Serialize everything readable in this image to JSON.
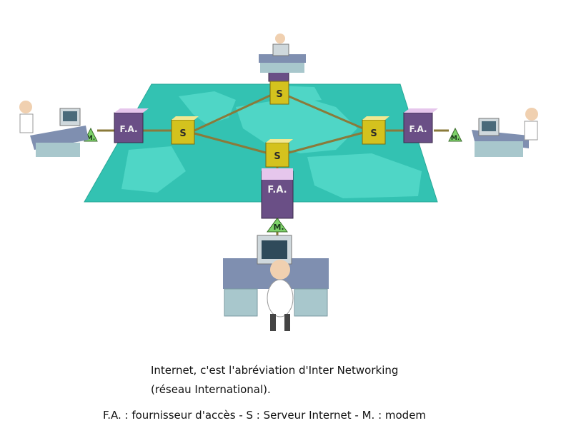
{
  "nodes": {
    "fa_label": "F.A.",
    "server_label": "S",
    "modem_label": "M."
  },
  "caption": {
    "line1": "Internet, c'est l'abréviation d'Inter Networking",
    "line2": "(réseau International).",
    "legend": "F.A. : fournisseur d'accès - S : Serveur Internet - M. : modem"
  },
  "colors": {
    "map_sea": "#33c2b2",
    "map_land": "#4fd6c6",
    "fa_box": "#6a4f86",
    "fa_box_top": "#e6c6ec",
    "server_box": "#d4c21e",
    "server_box_top": "#f2e890",
    "modem": "#7ed26a",
    "link": "#8a7a3a"
  }
}
